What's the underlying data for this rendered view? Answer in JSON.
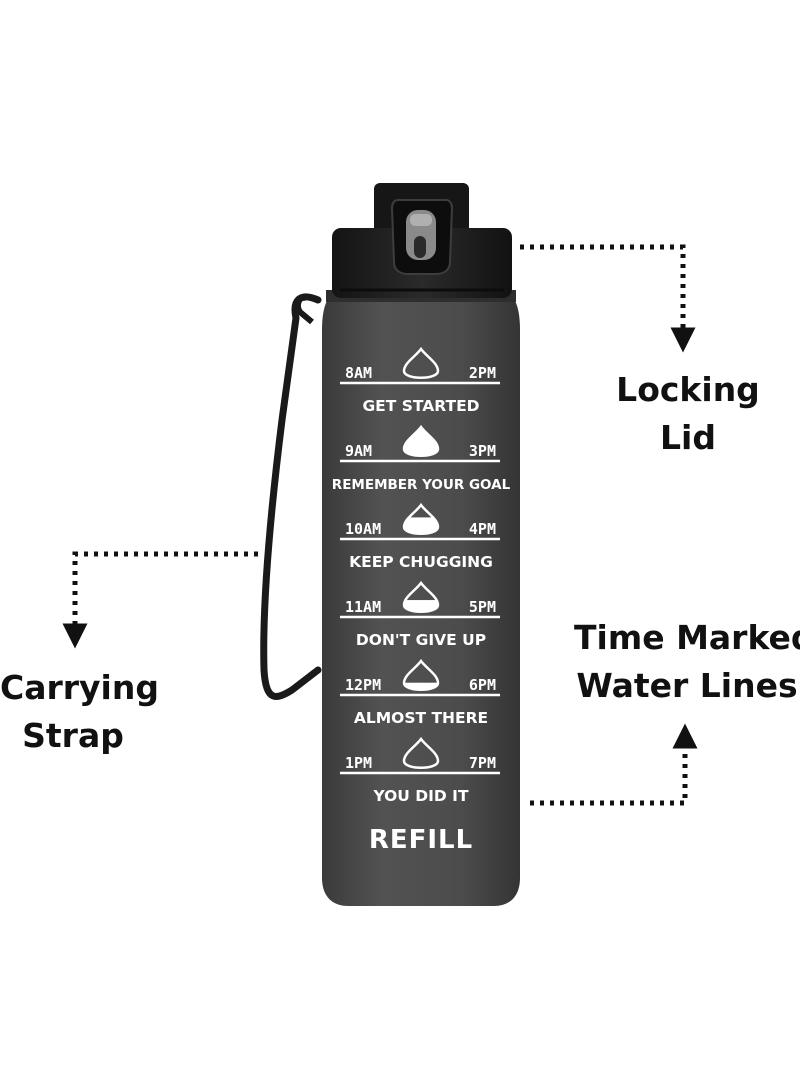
{
  "callouts": {
    "locking_lid": [
      "Locking",
      "Lid"
    ],
    "carrying_strap": [
      "Carrying",
      "Strap"
    ],
    "time_marked_lines": [
      "Time Marked",
      "Water Lines"
    ]
  },
  "bottle": {
    "markers": [
      {
        "left_time": "8AM",
        "right_time": "2PM",
        "message": "GET STARTED",
        "fill_level": 0
      },
      {
        "left_time": "9AM",
        "right_time": "3PM",
        "message": "REMEMBER YOUR GOAL",
        "fill_level": 1
      },
      {
        "left_time": "10AM",
        "right_time": "4PM",
        "message": "KEEP CHUGGING",
        "fill_level": 0.6
      },
      {
        "left_time": "11AM",
        "right_time": "5PM",
        "message": "DON'T GIVE UP",
        "fill_level": 0.45
      },
      {
        "left_time": "12PM",
        "right_time": "6PM",
        "message": "ALMOST THERE",
        "fill_level": 0.3
      },
      {
        "left_time": "1PM",
        "right_time": "7PM",
        "message": "YOU DID IT",
        "fill_level": 0
      }
    ],
    "refill_label": "REFILL"
  },
  "colors": {
    "bottle_body": "#4a4a4a",
    "lid": "#1c1c1c",
    "strap": "#1a1a1a",
    "arrow": "#111111",
    "marking": "#ffffff"
  }
}
